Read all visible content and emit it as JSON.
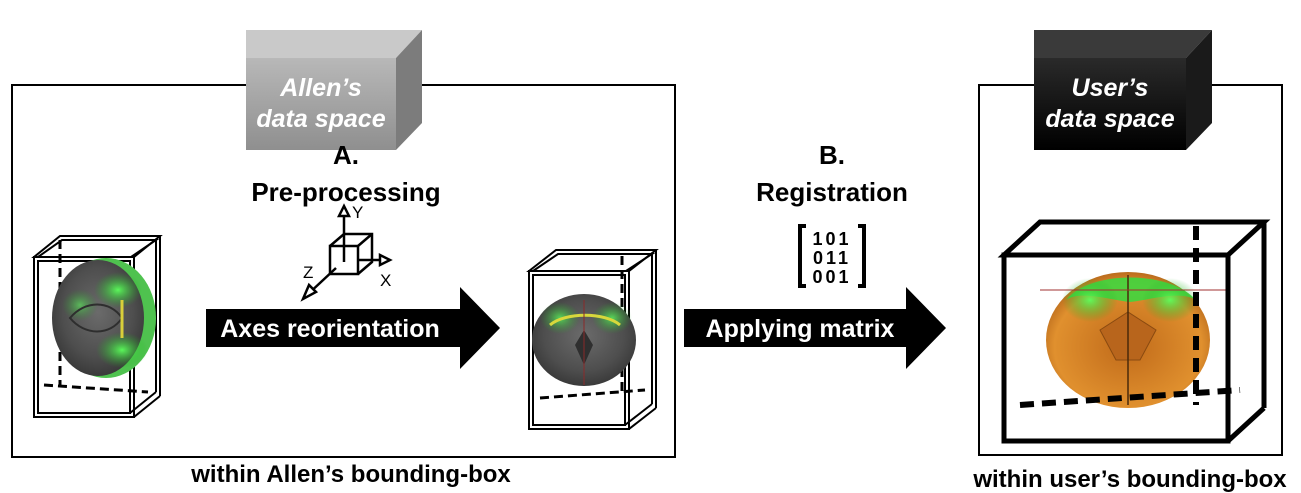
{
  "allen_space": {
    "cube_label_line1": "Allen’s",
    "cube_label_line2": "data space",
    "cube_color": "#9a9a9a",
    "caption": "within Allen’s bounding-box"
  },
  "user_space": {
    "cube_label_line1": "User’s",
    "cube_label_line2": "data space",
    "cube_color": "#111111",
    "caption": "within user’s bounding-box"
  },
  "step_a": {
    "letter": "A.",
    "title": "Pre-processing",
    "arrow_label": "Axes reorientation",
    "axes": {
      "x": "X",
      "y": "Y",
      "z": "Z"
    },
    "icon": "axes-cube-icon"
  },
  "step_b": {
    "letter": "B.",
    "title": "Registration",
    "arrow_label": "Applying matrix",
    "icon": "binary-matrix-icon",
    "matrix_rows": [
      "101",
      "011",
      "001"
    ]
  },
  "colors": {
    "brain_gray": "#5a5a5a",
    "brain_green": "#3fd63f",
    "brain_orange": "#d9852a",
    "arrow": "#000000",
    "arrow_text": "#ffffff"
  }
}
